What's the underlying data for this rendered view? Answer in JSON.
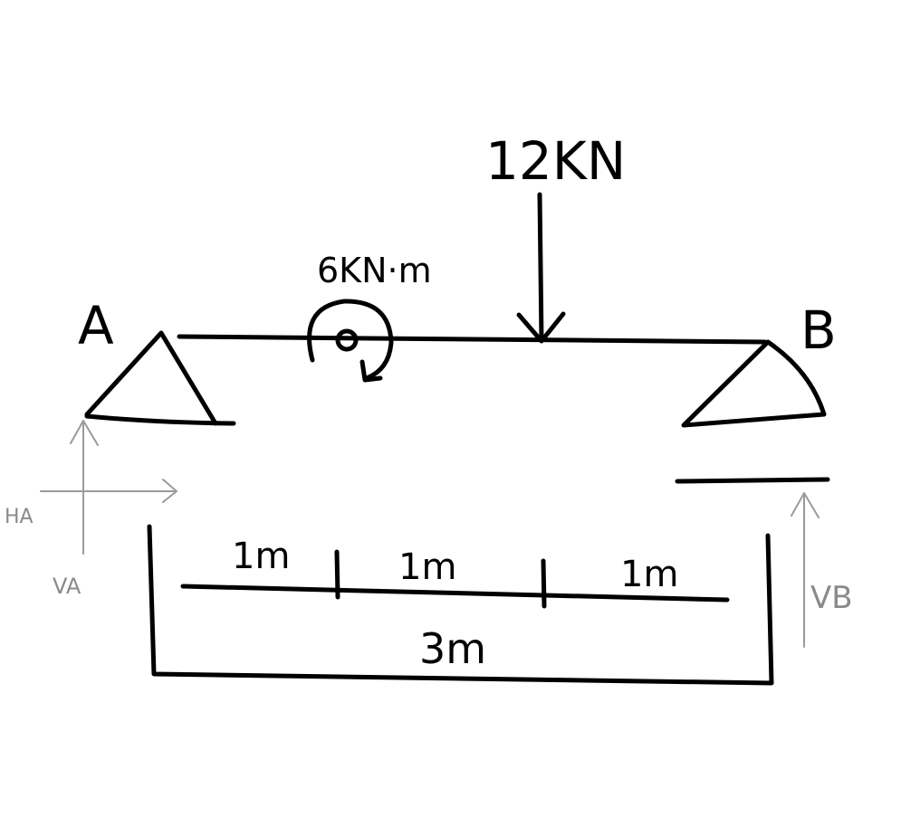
{
  "diagram": {
    "title": "Simply supported beam with point load and moment",
    "load": {
      "label": "12KN"
    },
    "moment": {
      "label": "6KN·m"
    },
    "supports": {
      "a_label": "A",
      "b_label": "B"
    },
    "reactions": {
      "ha": "HA",
      "va": "VA",
      "vb": "VB"
    },
    "spans": [
      "1m",
      "1m",
      "1m"
    ],
    "total_span": "3m"
  }
}
